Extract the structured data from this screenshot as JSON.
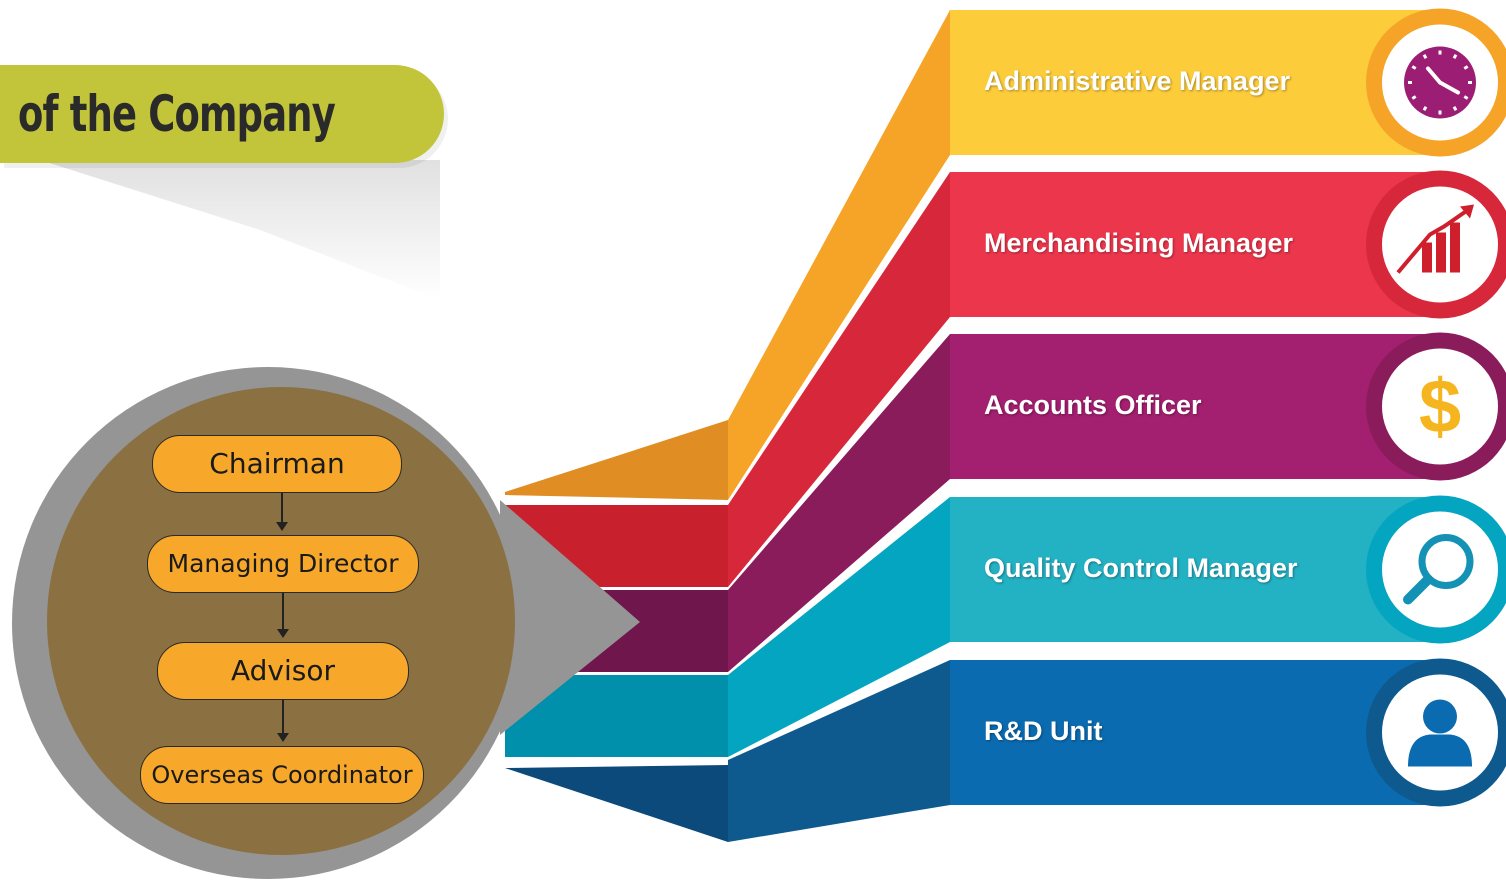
{
  "title": "of the Company",
  "colors": {
    "title_pill": "#c2c43a",
    "title_text": "#2a2a2a",
    "circle_outer": "#959595",
    "circle_inner": "#8b7041",
    "org_box": "#f7a82a"
  },
  "org_chart": {
    "nodes": [
      "Chairman",
      "Managing Director",
      "Advisor",
      "Overseas Coordinator"
    ]
  },
  "bands": [
    {
      "label": "Administrative Manager",
      "icon": "clock-icon",
      "color": "#fdcc3b",
      "side": "#f6a428",
      "dark": "#e08d24",
      "icon_color": "#9c1e74"
    },
    {
      "label": "Merchandising Manager",
      "icon": "growth-chart-icon",
      "color": "#ec364c",
      "side": "#d7283b",
      "dark": "#c8202d",
      "icon_color": "#cf1f2c"
    },
    {
      "label": "Accounts Officer",
      "icon": "dollar-icon",
      "color": "#a31f70",
      "side": "#8a1c5c",
      "dark": "#6f164d",
      "icon_color": "#f5b51e"
    },
    {
      "label": "Quality Control Manager",
      "icon": "magnifier-icon",
      "color": "#23b1c4",
      "side": "#04a5c0",
      "dark": "#0090ac",
      "icon_color": "#1492b6"
    },
    {
      "label": "R&D Unit",
      "icon": "person-icon",
      "color": "#0b6bb0",
      "side": "#0e5a8e",
      "dark": "#0b4a7a",
      "icon_color": "#0b6bb0"
    }
  ]
}
